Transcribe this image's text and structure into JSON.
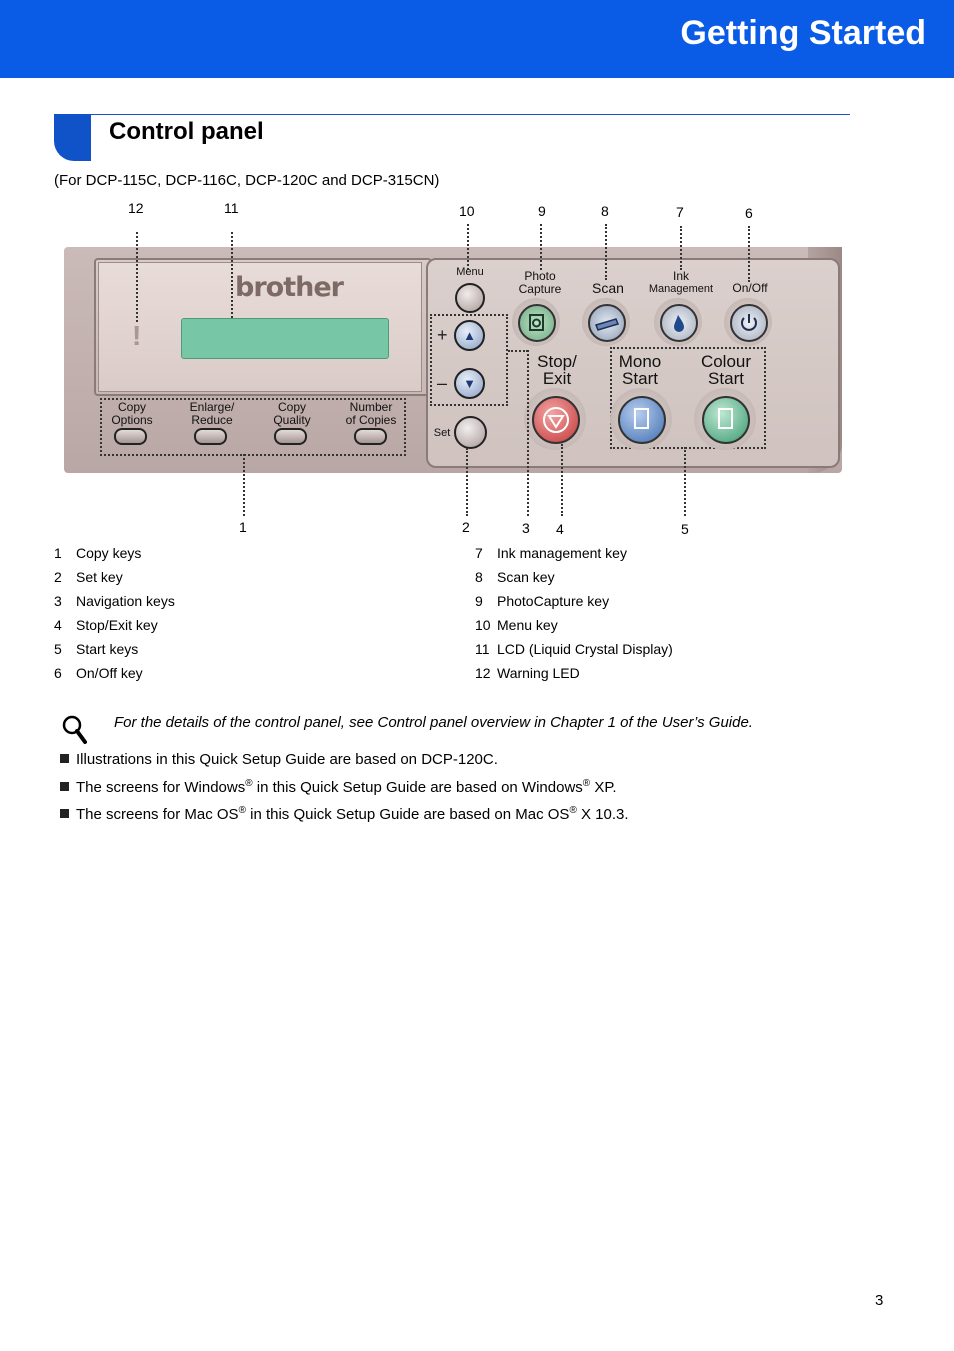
{
  "header": {
    "title": "Getting Started"
  },
  "section": {
    "title": "Control panel",
    "models": "(For DCP-115C, DCP-116C, DCP-120C and DCP-315CN)"
  },
  "panel": {
    "logo": "brother",
    "warning": "!",
    "labels": {
      "copy_options": [
        "Copy",
        "Options"
      ],
      "enlarge_reduce": [
        "Enlarge/",
        "Reduce"
      ],
      "copy_quality": [
        "Copy",
        "Quality"
      ],
      "number_of_copies": [
        "Number",
        "of Copies"
      ],
      "menu": "Menu",
      "set": "Set",
      "photo_capture": [
        "Photo",
        "Capture"
      ],
      "scan": "Scan",
      "ink_management": [
        "Ink",
        "Management"
      ],
      "on_off": "On/Off",
      "stop_exit": [
        "Stop/",
        "Exit"
      ],
      "mono_start": [
        "Mono",
        "Start"
      ],
      "colour_start": [
        "Colour",
        "Start"
      ]
    },
    "plus": "+",
    "minus": "–",
    "up_arrow": "▲",
    "down_arrow": "▼"
  },
  "callouts": {
    "top": [
      "12",
      "11",
      "10",
      "9",
      "8",
      "7",
      "6"
    ],
    "bottom": [
      "1",
      "2",
      "3",
      "4",
      "5"
    ]
  },
  "legend_left": [
    {
      "num": "1",
      "text": "Copy keys"
    },
    {
      "num": "2",
      "text": "Set key"
    },
    {
      "num": "3",
      "text": "Navigation keys"
    },
    {
      "num": "4",
      "text": "Stop/Exit key"
    },
    {
      "num": "5",
      "text": "Start keys"
    },
    {
      "num": "6",
      "text": "On/Off key"
    }
  ],
  "legend_right": [
    {
      "num": "7",
      "text": "Ink management key"
    },
    {
      "num": "8",
      "text": "Scan key"
    },
    {
      "num": "9",
      "text": "PhotoCapture key"
    },
    {
      "num": "10",
      "text": "Menu key"
    },
    {
      "num": "11",
      "text": "LCD (Liquid Crystal Display)"
    },
    {
      "num": "12",
      "text": "Warning LED"
    }
  ],
  "note": "For the details of the control panel, see Control panel overview in Chapter 1 of the User’s Guide.",
  "bullets": {
    "b1": "Illustrations in this Quick Setup Guide are based on DCP-120C.",
    "b2a": "The screens for Windows",
    "b2b": " in this Quick Setup Guide are based on Windows",
    "b2c": " XP.",
    "b3a": "The screens for Mac OS",
    "b3b": " in this Quick Setup Guide are based on Mac OS",
    "b3c": " X 10.3.",
    "reg": "®"
  },
  "page_number": "3",
  "colors": {
    "header_blue": "#0a5ce6",
    "lcd_green": "#77c6a6",
    "stop_red": "#d94848",
    "mono_blue": "#3f6fb0",
    "colour_green": "#3a9a72"
  }
}
